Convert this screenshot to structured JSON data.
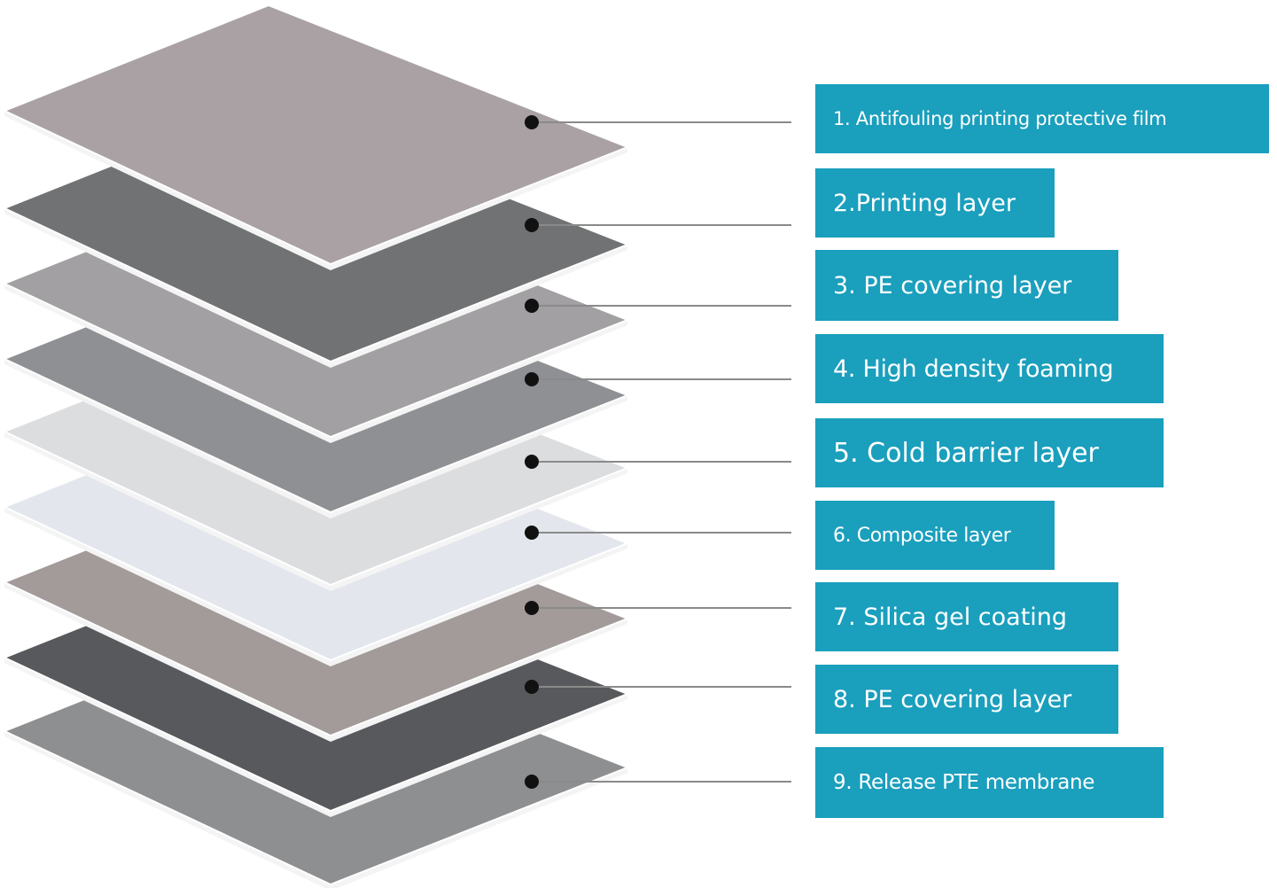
{
  "layers": [
    {
      "label": "1. Antifouling printing protective film",
      "color": "#a9a1a3"
    },
    {
      "label": "2.Printing layer",
      "color": "#707274"
    },
    {
      "label": "3. PE covering layer",
      "color": "#a2a0a2"
    },
    {
      "label": "4. High density foaming",
      "color": "#8e9093"
    },
    {
      "label": "5. Cold barrier layer",
      "color": "#dcdddf"
    },
    {
      "label": "6. Composite layer",
      "color": "#e3e6ec"
    },
    {
      "label": "7. Silica gel coating",
      "color": "#a29b9a"
    },
    {
      "label": "8. PE covering layer",
      "color": "#58595c"
    },
    {
      "label": "9. Release PTE membrane",
      "color": "#8d8f91"
    }
  ],
  "colors": {
    "label_background": "#1a9fbd",
    "label_text": "#ffffff",
    "leader_line": "#8a8a8a",
    "dot": "#111111"
  }
}
